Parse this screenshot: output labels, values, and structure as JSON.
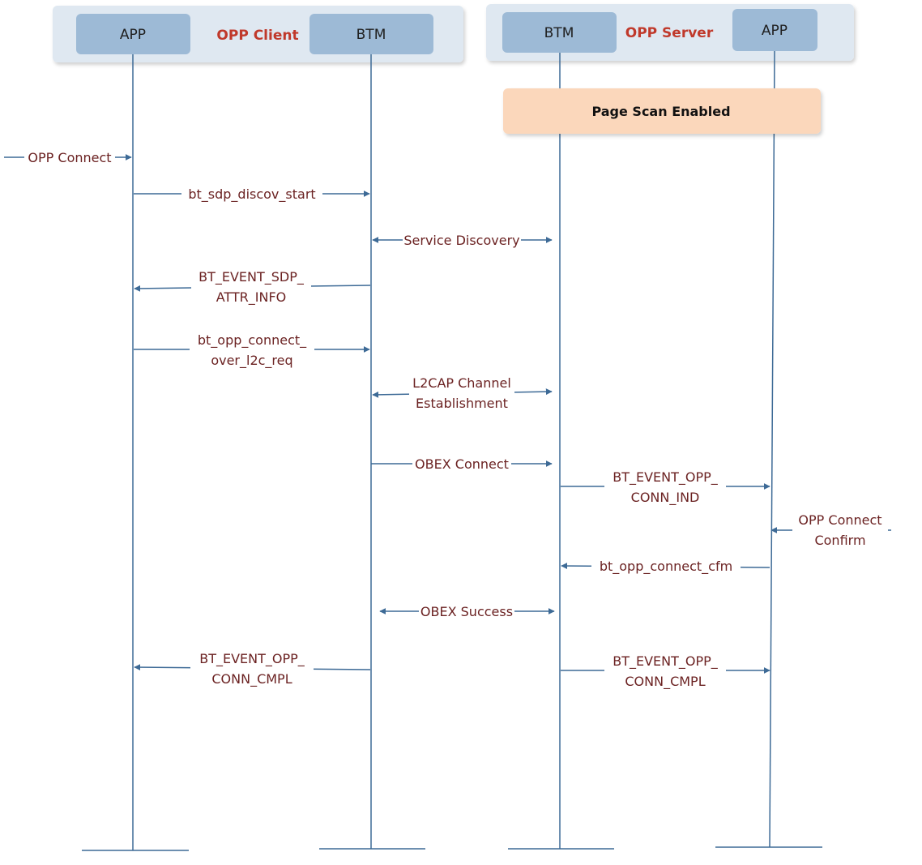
{
  "colors": {
    "lifeline": "#3d6a96",
    "arrow": "#3d6a96",
    "group_bg": "#dfe8f1",
    "participant_bg": "#9dbad6",
    "note_bg": "#fbd7bb",
    "group_title": "#c0392b",
    "message_text": "#6b2222"
  },
  "groups": {
    "client": {
      "title": "OPP Client"
    },
    "server": {
      "title": "OPP Server"
    }
  },
  "participants": {
    "client_app": "APP",
    "client_btm": "BTM",
    "server_btm": "BTM",
    "server_app": "APP"
  },
  "note": {
    "text": "Page Scan Enabled"
  },
  "messages": {
    "opp_connect": "OPP Connect",
    "sdp_discov_start": "bt_sdp_discov_start",
    "service_discovery": "Service Discovery",
    "sdp_attr_info_1": "BT_EVENT_SDP_",
    "sdp_attr_info_2": "ATTR_INFO",
    "opp_connect_req_1": "bt_opp_connect_",
    "opp_connect_req_2": "over_l2c_req",
    "l2cap_1": "L2CAP Channel",
    "l2cap_2": "Establishment",
    "obex_connect": "OBEX Connect",
    "conn_ind_1": "BT_EVENT_OPP_",
    "conn_ind_2": "CONN_IND",
    "opp_connect_confirm_1": "OPP Connect",
    "opp_connect_confirm_2": "Confirm",
    "connect_cfm": "bt_opp_connect_cfm",
    "obex_success": "OBEX Success",
    "client_conn_cmpl_1": "BT_EVENT_OPP_",
    "client_conn_cmpl_2": "CONN_CMPL",
    "server_conn_cmpl_1": "BT_EVENT_OPP_",
    "server_conn_cmpl_2": "CONN_CMPL"
  }
}
